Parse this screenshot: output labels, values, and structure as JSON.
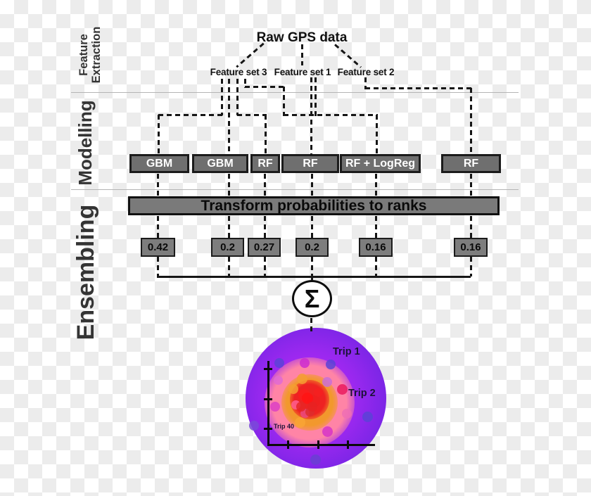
{
  "title": "Raw GPS data",
  "sections": {
    "feature_extraction": {
      "line1": "Feature",
      "line2": "Extraction"
    },
    "modelling": "Modelling",
    "ensembling": "Ensembling"
  },
  "feature_sets": [
    {
      "label": "Feature set 3"
    },
    {
      "label": "Feature set 1"
    },
    {
      "label": "Feature set 2"
    }
  ],
  "models": [
    {
      "label": "GBM"
    },
    {
      "label": "GBM"
    },
    {
      "label": "RF"
    },
    {
      "label": "RF"
    },
    {
      "label": "RF + LogReg"
    },
    {
      "label": "RF"
    }
  ],
  "transform_bar": "Transform probabilities to ranks",
  "scores": [
    {
      "value": "0.42"
    },
    {
      "value": "0.2"
    },
    {
      "value": "0.27"
    },
    {
      "value": "0.2"
    },
    {
      "value": "0.16"
    },
    {
      "value": "0.16"
    }
  ],
  "sigma_symbol": "Σ",
  "result_plot": {
    "trip_labels": [
      {
        "label": "Trip 1"
      },
      {
        "label": "Trip 2"
      },
      {
        "label": "Trip 40"
      }
    ]
  },
  "colors": {
    "box_fill": "#6f6f6f",
    "box_border": "#1b1b1b",
    "bar_fill": "#7a7a7a",
    "dash_color": "#161616",
    "checker_gray": "#ececec",
    "purple_outer": "#6a28dd",
    "purple_inner": "#b12cf5",
    "pink_ring": "#ff84a6",
    "orange_ring": "#f2982d",
    "red_core": "#ee2222",
    "trip_text": "#1c1238"
  }
}
